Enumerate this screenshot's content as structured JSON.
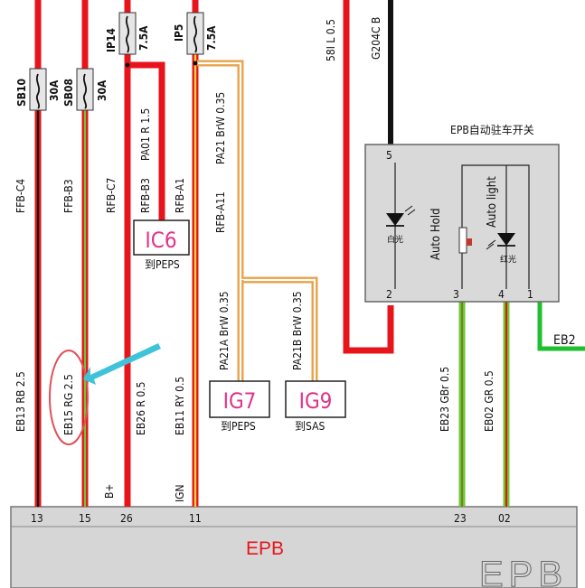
{
  "fuses": {
    "sb10": {
      "name": "SB10",
      "rating": "30A"
    },
    "sb08": {
      "name": "SB08",
      "rating": "30A"
    },
    "ip14": {
      "name": "IP14",
      "rating": "7.5A"
    },
    "ip5": {
      "name": "IP5",
      "rating": "7.5A"
    }
  },
  "wires": {
    "ffb_c4": "FFB-C4",
    "ffb_b3": "FFB-B3",
    "rfb_c7": "RFB-C7",
    "rfb_b3": "RFB-B3",
    "rfb_a1": "RFB-A1",
    "rfb_a11": "RFB-A11",
    "pa01": "PA01 R 1.5",
    "pa21": "PA21 BrW 0.35",
    "pa21a": "PA21A BrW 0.35",
    "pa21b": "PA21B BrW 0.35",
    "eb13": "EB13 RB 2.5",
    "eb15": "EB15 RG 2.5",
    "eb26": "EB26 R 0.5",
    "eb11": "EB11 RY 0.5",
    "eb23": "EB23 GBr 0.5",
    "eb02": "EB02 GR 0.5",
    "w58l": "58I L 0.5",
    "g204c": "G204C B",
    "eb2x": "EB2",
    "bplus": "B+",
    "ign": "IGN"
  },
  "connectors": {
    "ic6": {
      "name": "IC6",
      "target": "到PEPS"
    },
    "ig7": {
      "name": "IG7",
      "target": "到PEPS"
    },
    "ig9": {
      "name": "IG9",
      "target": "到SAS"
    }
  },
  "switch_box": {
    "title": "EPB自动驻车开关",
    "auto_hold": "Auto Hold",
    "auto_light": "Auto light",
    "led_white": "白光",
    "led_red": "红光",
    "pins": [
      "5",
      "2",
      "3",
      "4",
      "1"
    ]
  },
  "epb_module": {
    "label": "EPB",
    "watermark": "EPB",
    "pins": [
      "13",
      "15",
      "26",
      "11",
      "23",
      "02"
    ]
  },
  "colors": {
    "red": "#e8141b",
    "black": "#111111",
    "green": "#66cc33",
    "orange": "#e8a24a",
    "yellow": "#f2e23a",
    "highlight": "#e0505a",
    "arrow": "#3fc3d8",
    "connector_text": "#e0338a"
  }
}
